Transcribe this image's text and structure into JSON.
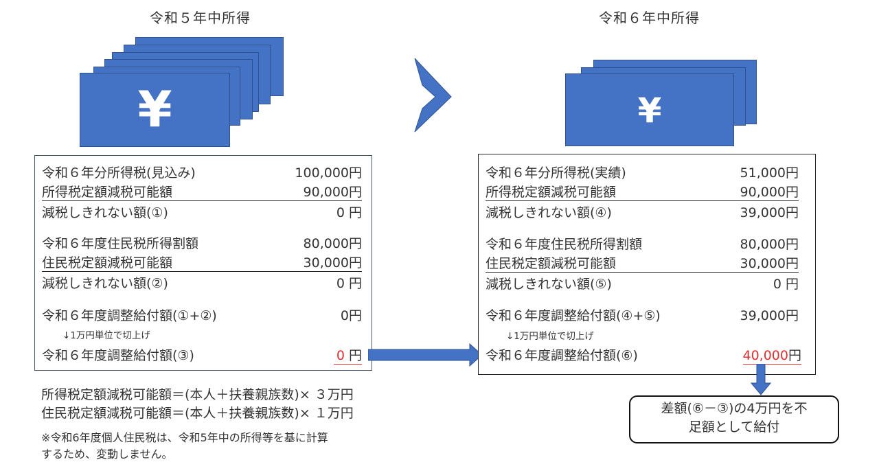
{
  "left": {
    "title": "令和５年中所得",
    "yen_symbol": "¥",
    "bill_count": 6,
    "rows": [
      {
        "label": "令和６年分所得税(見込み)",
        "value": "100,000円",
        "underline": false
      },
      {
        "label": "所得税定額減税可能額",
        "value": "90,000円",
        "underline": true
      },
      {
        "label": "減税しきれない額(①)",
        "value": "0 円",
        "underline": false
      },
      {
        "label": "令和６年度住民税所得割額",
        "value": "80,000円",
        "underline": false
      },
      {
        "label": "住民税定額減税可能額",
        "value": "30,000円",
        "underline": true
      },
      {
        "label": "減税しきれない額(②)",
        "value": "0 円",
        "underline": false
      },
      {
        "label": "令和６年度調整給付額(①+②)",
        "value": "0円",
        "underline": false
      },
      {
        "label": "令和６年度調整給付額(③)",
        "value_red": "0",
        "value_unit": " 円"
      }
    ],
    "round_note": "↓1万円単位で切上げ",
    "formulas": [
      "所得税定額減税可能額＝(本人＋扶養親族数)× ３万円",
      "住民税定額減税可能額＝(本人＋扶養親族数)× １万円"
    ],
    "footnote_lines": [
      "※令和6年度個人住民税は、令和5年中の所得等を基に計算",
      "するため、変動しません。"
    ]
  },
  "right": {
    "title": "令和６年中所得",
    "yen_symbol": "¥",
    "bill_count": 3,
    "rows": [
      {
        "label": "令和６年分所得税(実績)",
        "value": "51,000円",
        "underline": false
      },
      {
        "label": "所得税定額減税可能額",
        "value": "90,000円",
        "underline": true
      },
      {
        "label": "減税しきれない額(④)",
        "value": "39,000円",
        "underline": false
      },
      {
        "label": "令和６年度住民税所得割額",
        "value": "80,000円",
        "underline": false
      },
      {
        "label": "住民税定額減税可能額",
        "value": "30,000円",
        "underline": true
      },
      {
        "label": "減税しきれない額(⑤)",
        "value": "0 円",
        "underline": false
      },
      {
        "label": "令和６年度調整給付額(④+⑤)",
        "value": "39,000円",
        "underline": false
      },
      {
        "label": "令和６年度調整給付額(⑥)",
        "value_red": "40,000",
        "value_unit": "円"
      }
    ],
    "round_note": "↓1万円単位で切上げ"
  },
  "result": {
    "lines": [
      "差額(⑥－③)の4万円を不",
      "足額として給付"
    ]
  },
  "colors": {
    "bill_fill": "#4472c4",
    "bill_border": "#2f528f",
    "arrow": "#4472c4",
    "highlight_red": "#e03030"
  }
}
